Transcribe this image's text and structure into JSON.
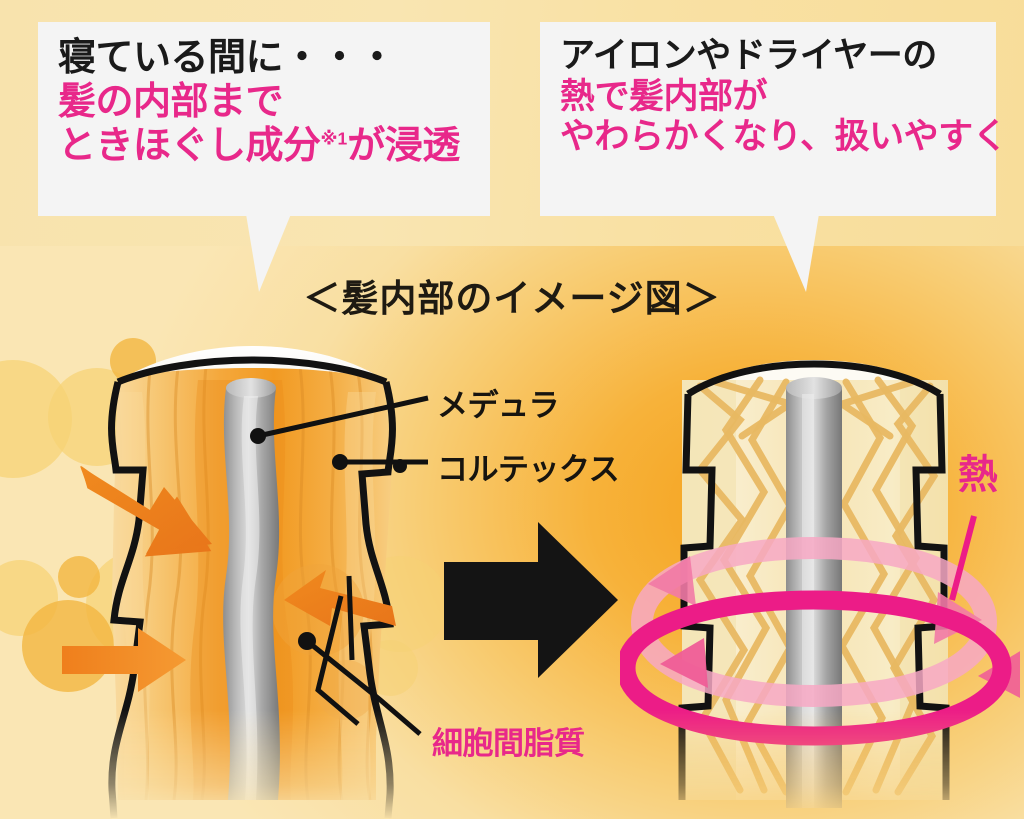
{
  "theme": {
    "bg_light": "#fae7b6",
    "bg_orange": "#f5a21d",
    "callout_bg": "#f4f4f4",
    "text_black": "#1a1a1a",
    "text_pink": "#e8288a",
    "arrow_black": "#111111",
    "cortex_orange": "#f49a22",
    "cortex_pale": "#f6e6bd",
    "medulla_gray": "#9a9a9a",
    "ring_pink_bright": "#ec1c87",
    "ring_pink_light": "#f59bbd"
  },
  "callouts": {
    "left": {
      "line1": "寝ている間に・・・",
      "line2": "髪の内部まで",
      "line3_a": "ときほぐし成分",
      "line3_sup": "※1",
      "line3_b": "が浸透"
    },
    "right": {
      "line1": "アイロンやドライヤーの",
      "line2": "熱で髪内部が",
      "line3": "やわらかくなり、扱いやすく"
    }
  },
  "center_heading": "＜髪内部のイメージ図＞",
  "diagram": {
    "labels": {
      "medulla": "メデュラ",
      "cortex": "コルテックス",
      "lipid": "細胞間脂質",
      "heat": "熱"
    },
    "left_strand": {
      "description": "wavy hair cross-section, black cuticle outline, orange cortex fibres, gray medulla core",
      "penetration_arrows": 3
    },
    "right_strand": {
      "description": "straight hair cross-section, pale softened cortex with crossing fibres, gray medulla core",
      "heat_rings": 2
    },
    "transition_arrow": "right-arrow"
  }
}
